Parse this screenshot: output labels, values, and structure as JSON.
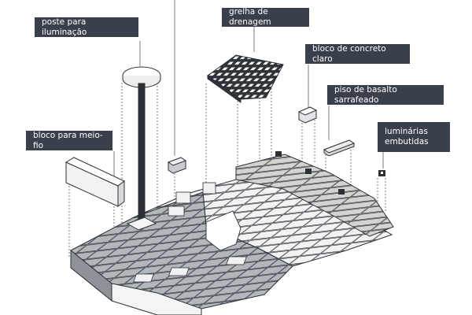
{
  "labels": {
    "poste": "poste para iluminação",
    "grelha": "grelha de drenagem",
    "bloco_claro": "bloco de concreto claro",
    "basalto": "piso de basalto sarrafeado",
    "meio_fio": "bloco para meio-fio",
    "luminarias": "luminárias\nembutidas"
  },
  "colors": {
    "label_bg": "#3a404b",
    "label_text": "#ffffff",
    "block_dark": "#9aa0a6",
    "block_light": "#e8e9ea",
    "block_basalt": "#c6c7c2",
    "outline": "#2b2f36",
    "leader": "#555a61"
  }
}
